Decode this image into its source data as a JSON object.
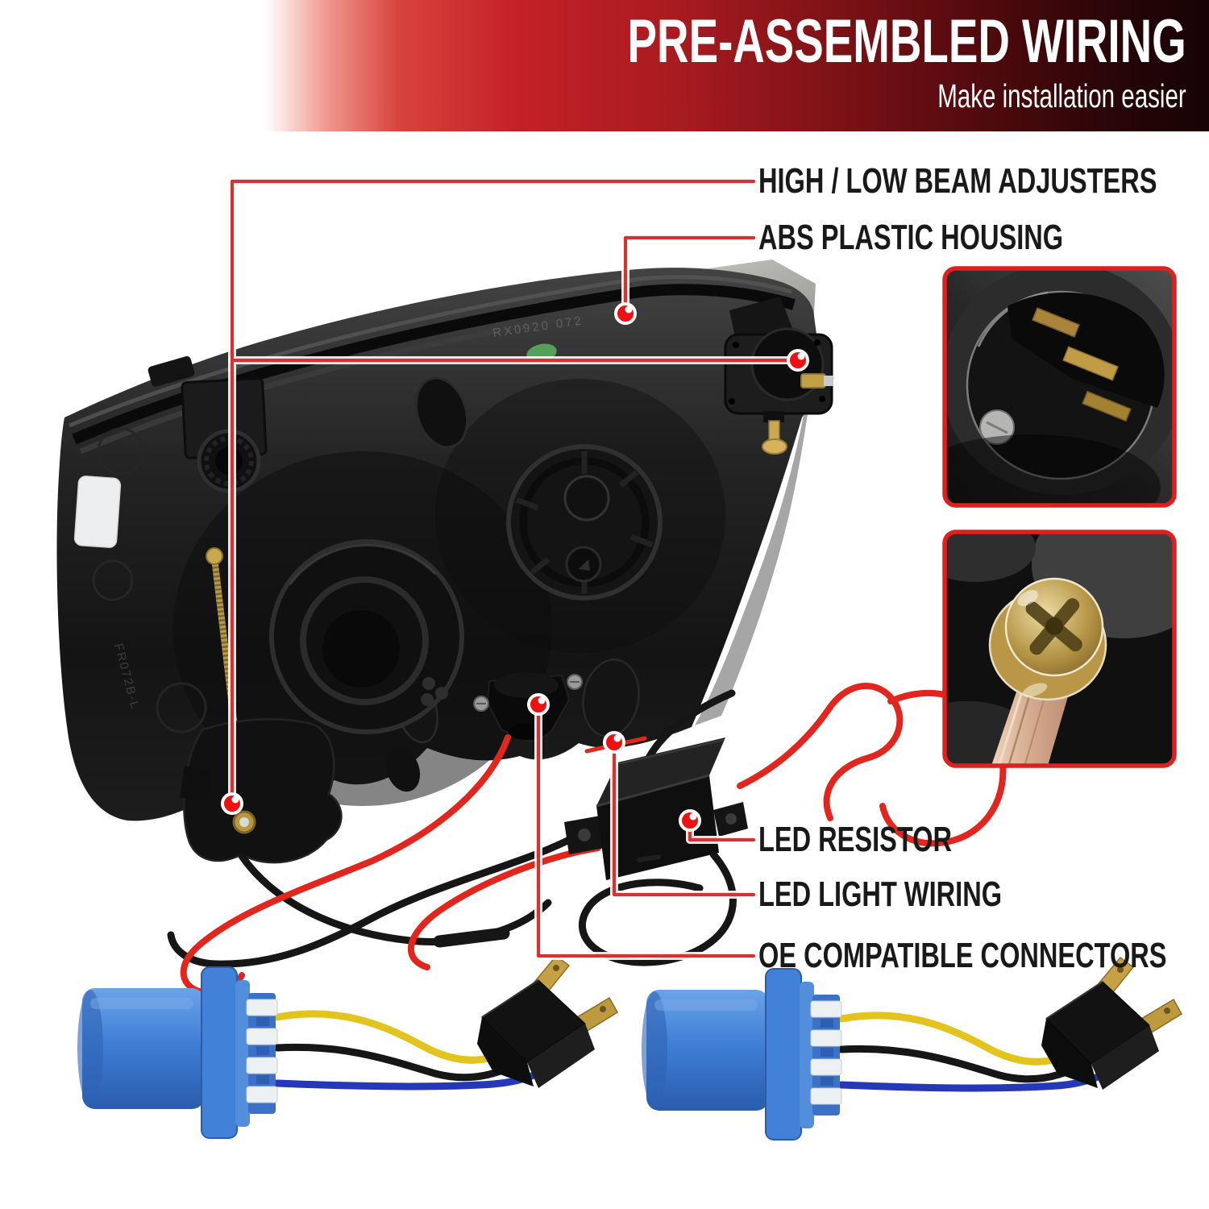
{
  "header": {
    "title": "PRE-ASSEMBLED WIRING",
    "subtitle": "Make installation easier"
  },
  "callouts": [
    {
      "label": "HIGH / LOW BEAM ADJUSTERS"
    },
    {
      "label": "ABS PLASTIC HOUSING"
    },
    {
      "label": "LED RESISTOR"
    },
    {
      "label": "LED LIGHT WIRING"
    },
    {
      "label": "OE COMPATIBLE CONNECTORS"
    }
  ],
  "photo": {
    "markings": {
      "lens_code": "RX0920 072",
      "mold_code": "FR072B-L"
    },
    "insets": [
      {
        "name": "bulb-connector-closeup"
      },
      {
        "name": "adjuster-screw-closeup"
      }
    ]
  },
  "colors": {
    "callout_red": "#d43333",
    "dot_red": "#ee1111",
    "label_ink": "#191919",
    "header_text": "#ffffff",
    "header_red": "#c32127",
    "inset_border": "#e01f1f",
    "wire_red": "#e2261d",
    "wire_black": "#161616",
    "wire_yellow": "#e3c41e",
    "wire_blue": "#2438b8",
    "connector_blue": "#3f7fd6",
    "brass": "#c5a143"
  }
}
